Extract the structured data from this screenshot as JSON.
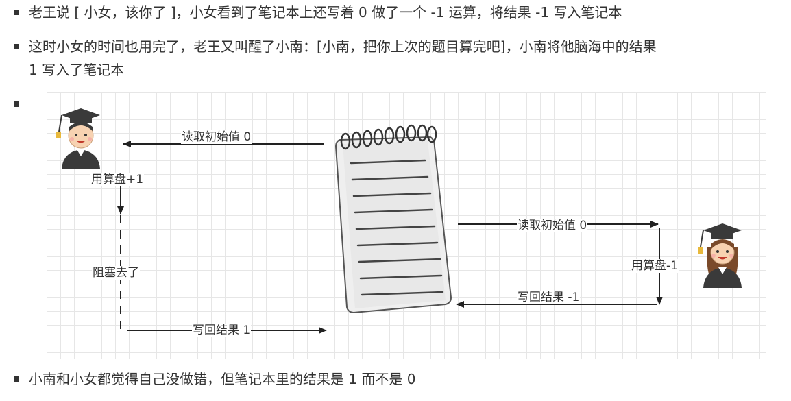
{
  "bullets": [
    "老王说 [ 小女，该你了 ]，小女看到了笔记本上还写着 0 做了一个 -1 运算，将结果 -1 写入笔记本",
    "这时小女的时间也用完了，老王又叫醒了小南：[小南，把你上次的题目算完吧]，小南将他脑海中的结果",
    "1 写入了笔记本",
    "",
    "小南和小女都觉得自己没做错，但笔记本里的结果是 1 而不是 0"
  ],
  "diagram": {
    "left_read_label": "读取初始值 0",
    "left_calc_label": "用算盘+1",
    "blocked_label": "阻塞去了",
    "left_write_label": "写回结果 1",
    "right_read_label": "读取初始值 0",
    "right_calc_label": "用算盘-1",
    "right_write_label": "写回结果 -1",
    "colors": {
      "arrow": "#222222",
      "grid": "#e6e6e6",
      "cap": "#3a3a3a",
      "skin": "#f7d2b1",
      "tassel": "#e8b93c"
    },
    "icons": [
      "male-student-icon",
      "notebook-icon",
      "female-student-icon"
    ]
  }
}
